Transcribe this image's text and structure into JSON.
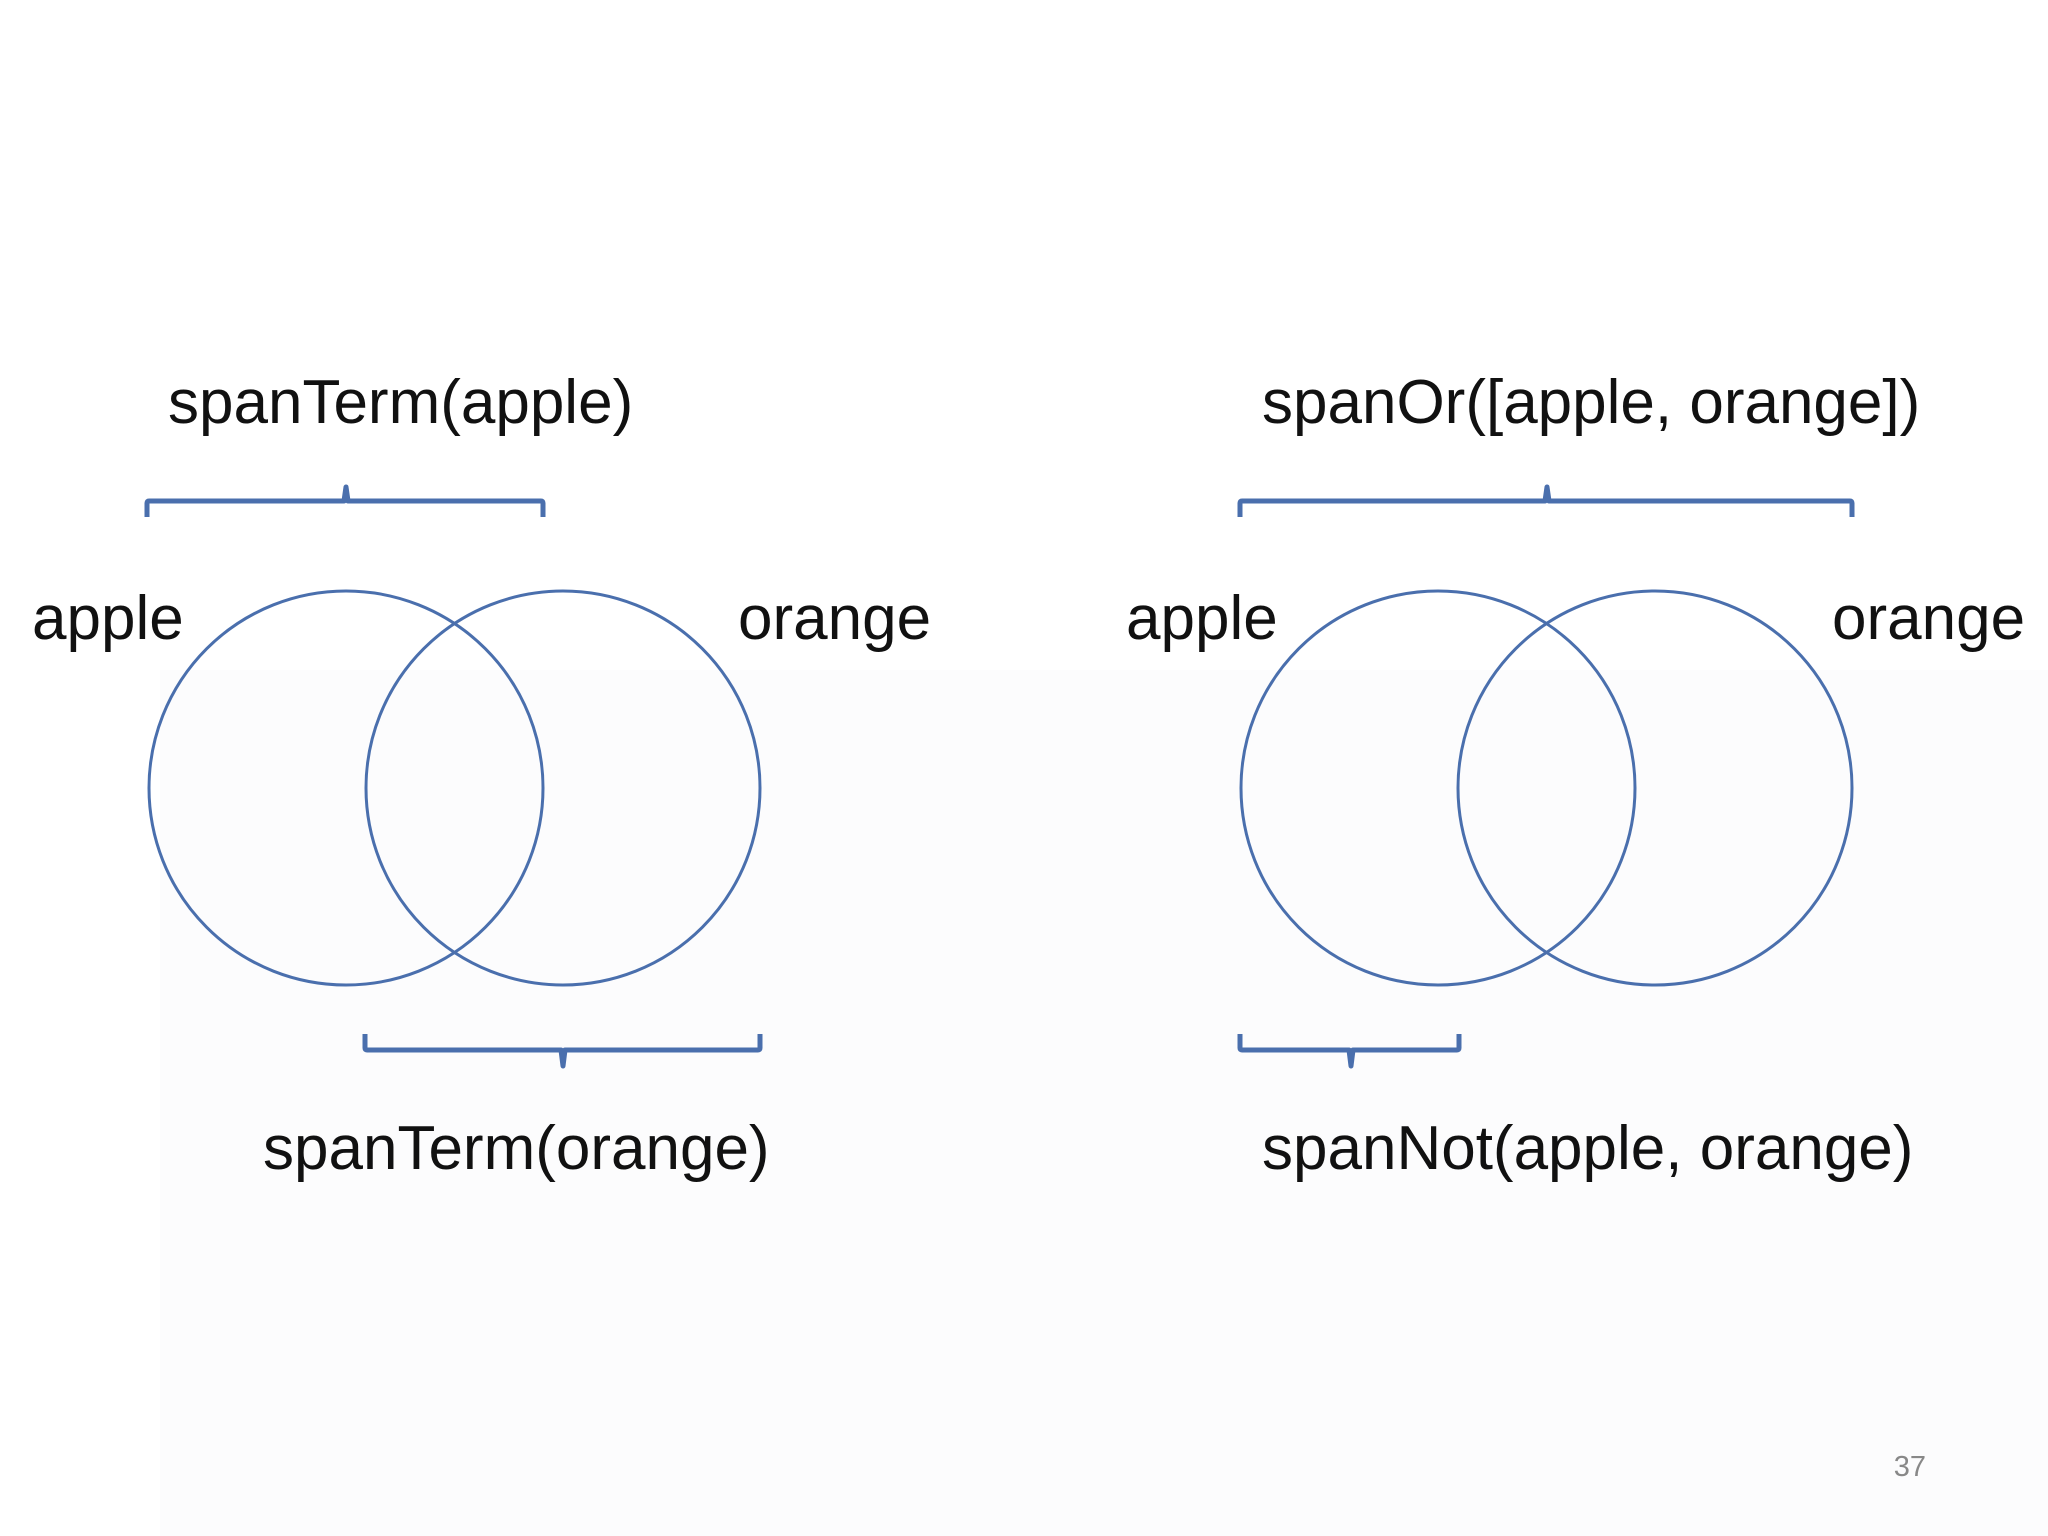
{
  "slide": {
    "page_number": "37",
    "colors": {
      "circle_stroke": "#4a6fad",
      "brace_stroke": "#4a6fad",
      "text": "#111111",
      "page_number": "#888888"
    }
  },
  "left_diagram": {
    "top_label": "spanTerm(apple)",
    "bottom_label": "spanTerm(orange)",
    "left_circle_label": "apple",
    "right_circle_label": "orange"
  },
  "right_diagram": {
    "top_label": "spanOr([apple, orange])",
    "bottom_label": "spanNot(apple, orange)",
    "left_circle_label": "apple",
    "right_circle_label": "orange"
  }
}
